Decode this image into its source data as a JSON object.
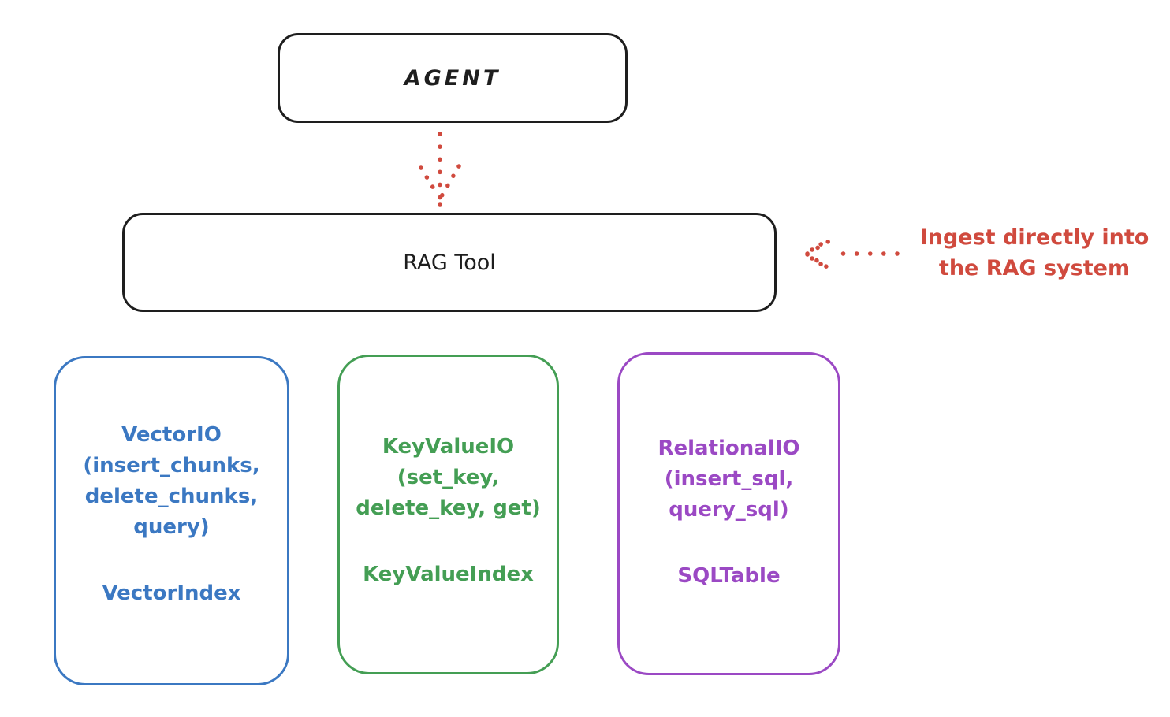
{
  "canvas": {
    "background": "#ffffff",
    "stroke_color": "#1e1e1e",
    "arrow_color": "#d04a3e"
  },
  "agent_box": {
    "label": "AGENT"
  },
  "rag_tool_box": {
    "label": "RAG Tool"
  },
  "agent_to_rag_arrow": {
    "style": "dotted",
    "direction": "down",
    "color": "#d04a3e"
  },
  "annotation": {
    "text": "Ingest directly into\nthe RAG system",
    "color": "#d04a3e",
    "arrow_style": "dotted",
    "arrow_direction": "left"
  },
  "vector_box": {
    "signature": "VectorIO\n(insert_chunks,\ndelete_chunks,\nquery)",
    "index_label": "VectorIndex",
    "color": "#3b78c2"
  },
  "keyvalue_box": {
    "signature": "KeyValueIO\n(set_key,\ndelete_key, get)",
    "index_label": "KeyValueIndex",
    "color": "#449e54"
  },
  "relational_box": {
    "signature": "RelationalIO\n(insert_sql,\nquery_sql)",
    "index_label": "SQLTable",
    "color": "#9b49c4"
  }
}
